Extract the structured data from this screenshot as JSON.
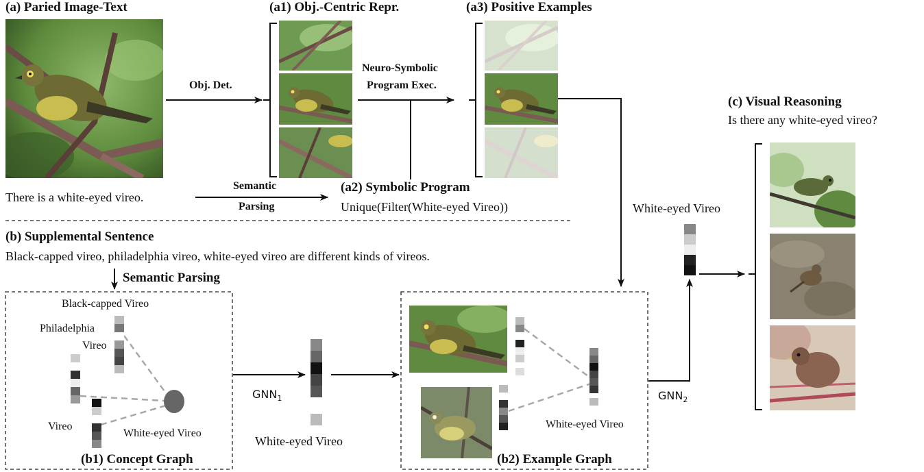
{
  "panel_a": {
    "title": "(a) Paried Image-Text",
    "sentence": "There is a white-eyed vireo.",
    "arrow_obj_det": "Obj. Det.",
    "arrow_semantic_line1": "Semantic",
    "arrow_semantic_line2": "Parsing"
  },
  "panel_a1": {
    "title": "(a1) Obj.-Centric Repr."
  },
  "panel_a2": {
    "title": "(a2) Symbolic Program",
    "program": "Unique(Filter(White-eyed Vireo))"
  },
  "panel_a3": {
    "title": "(a3) Positive Examples"
  },
  "neuro_symbolic": {
    "line1": "Neuro-Symbolic",
    "line2": "Program Exec."
  },
  "panel_b": {
    "title": "(b) Supplemental Sentence",
    "sentence": "Black-capped vireo, philadelphia vireo, white-eyed vireo are different kinds of vireos.",
    "arrow_label": "Semantic Parsing"
  },
  "panel_b1": {
    "title": "(b1) Concept Graph",
    "labels": {
      "black_capped": "Black-capped Vireo",
      "philadelphia_1": "Philadelphia",
      "philadelphia_2": "Vireo",
      "vireo": "Vireo",
      "white_eyed": "White-eyed Vireo"
    }
  },
  "gnn1": {
    "label": "GNN",
    "sub": "1",
    "output_label": "White-eyed Vireo"
  },
  "panel_b2": {
    "title": "(b2) Example Graph",
    "node_label": "White-eyed Vireo"
  },
  "gnn2": {
    "label": "GNN",
    "sub": "2"
  },
  "output_embedding_label": "White-eyed Vireo",
  "panel_c": {
    "title": "(c) Visual Reasoning",
    "question": "Is there any white-eyed vireo?"
  },
  "colors": {
    "text": "#111111",
    "edge": "#a8a8a8",
    "node": "#666666",
    "dash": "#222222"
  }
}
